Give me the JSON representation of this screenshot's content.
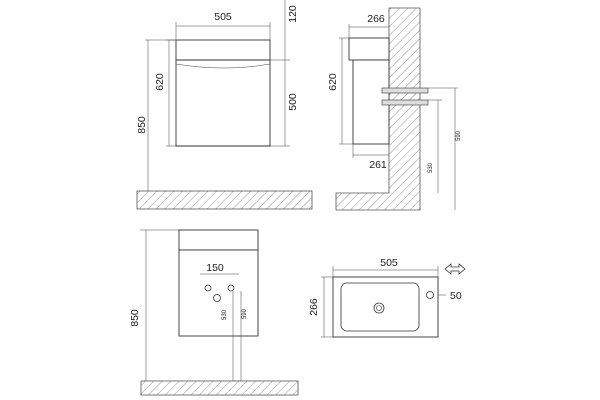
{
  "front_view": {
    "width_label": "505",
    "top_label": "120",
    "height_620_label": "620",
    "height_500_label": "500",
    "height_850_label": "850"
  },
  "side_view": {
    "depth_266_label": "266",
    "height_620_label": "620",
    "depth_261_label": "261",
    "pipe_530_label": "530",
    "pipe_590_label": "590"
  },
  "back_view": {
    "spacing_150_label": "150",
    "height_850_label": "850",
    "pipe_530_label": "530",
    "pipe_590_label": "590"
  },
  "top_view": {
    "width_505_label": "505",
    "depth_266_label": "266",
    "tap_50_label": "50"
  },
  "icons": {
    "direction": "double-arrow-icon"
  }
}
